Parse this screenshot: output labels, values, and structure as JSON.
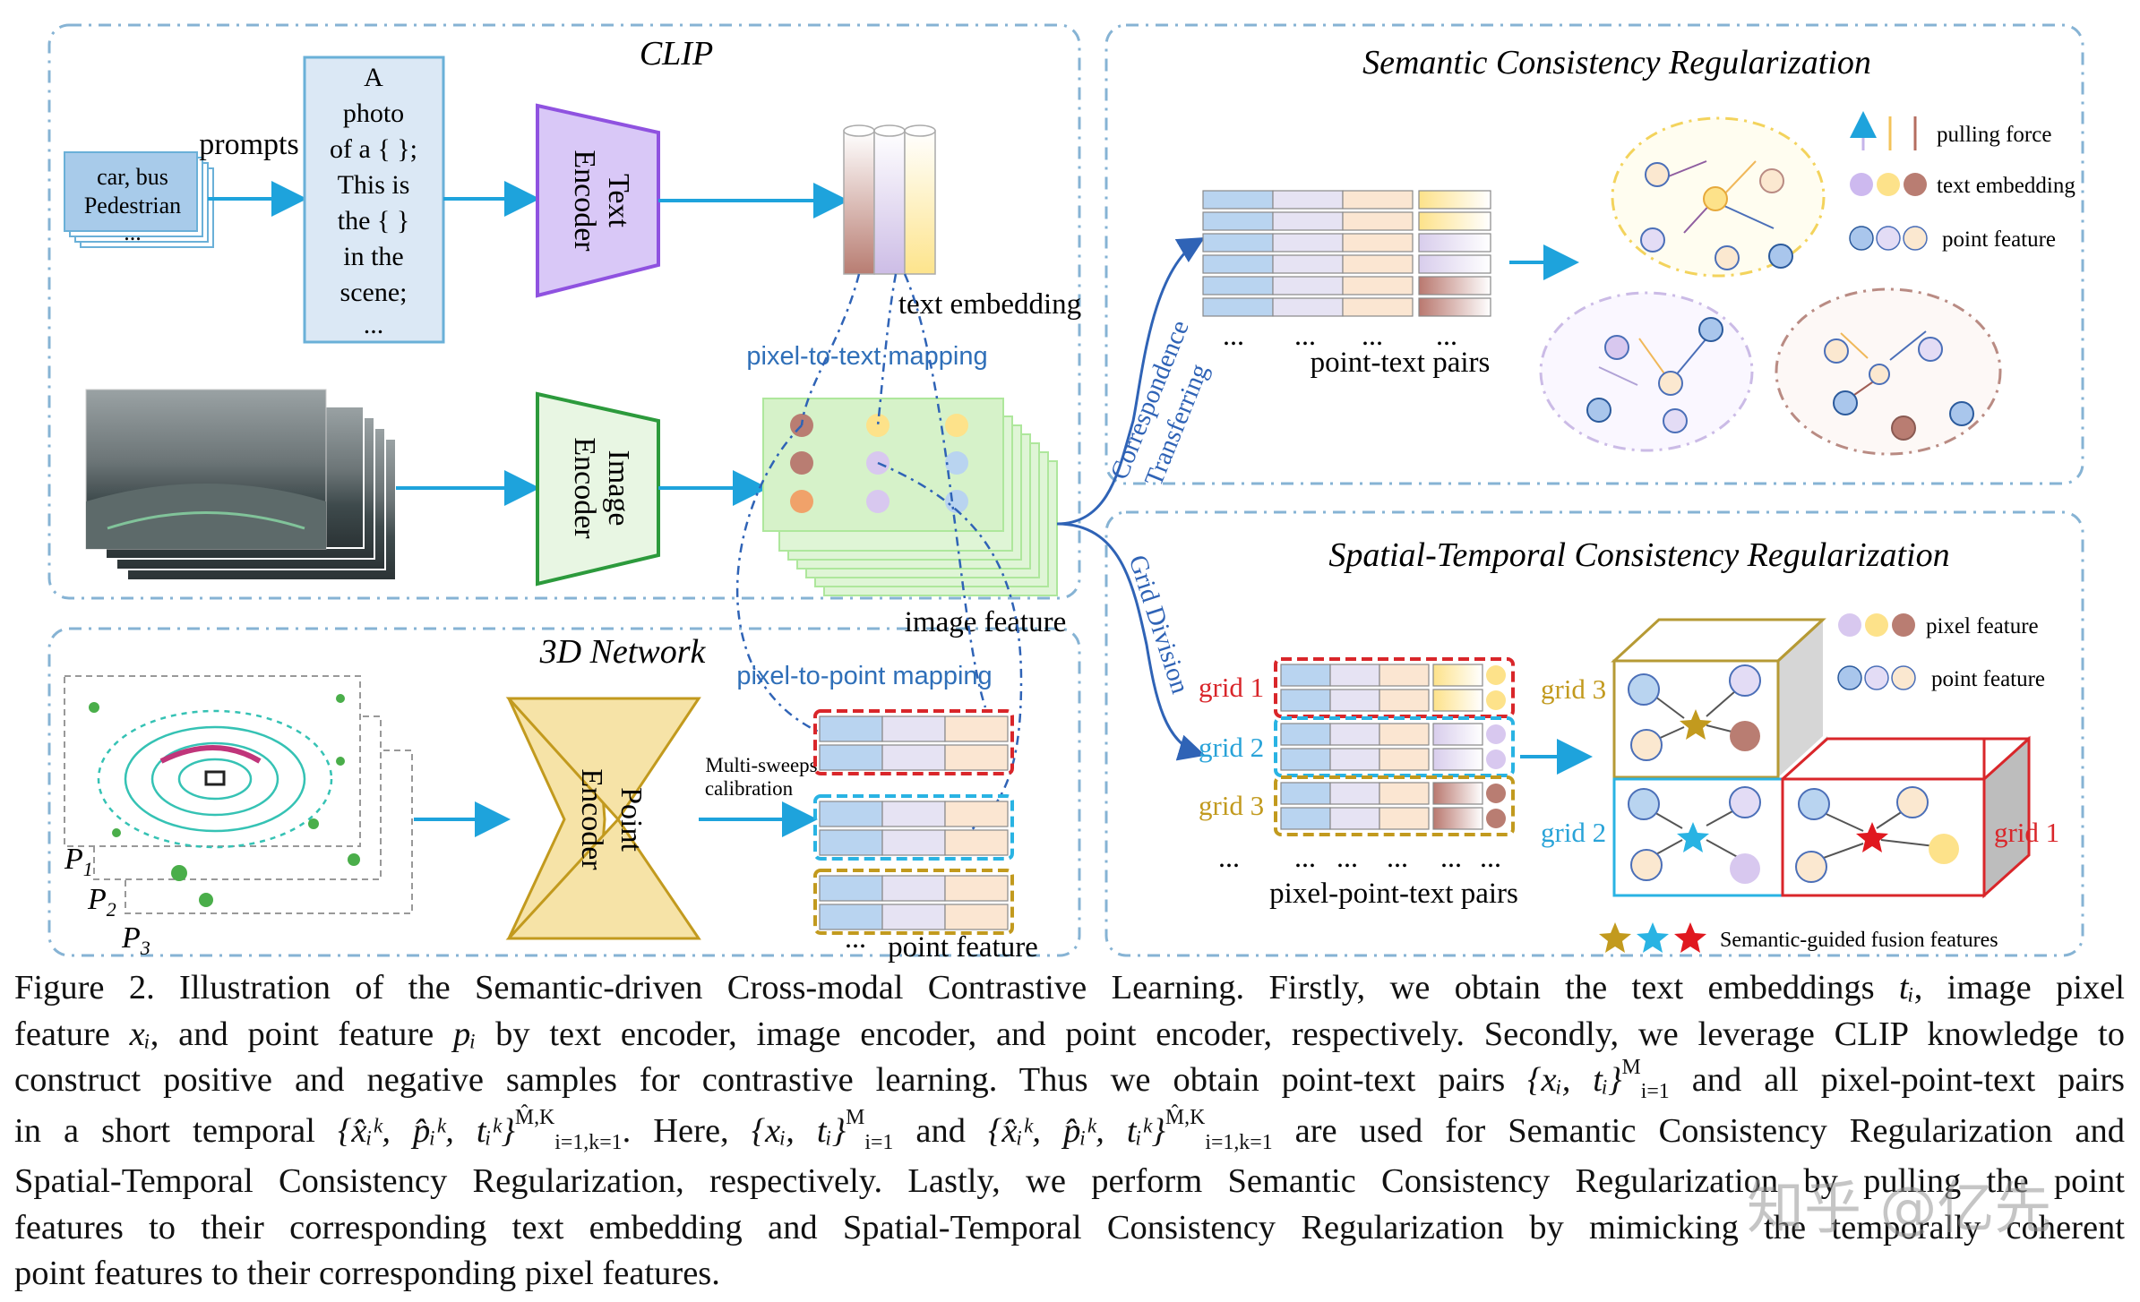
{
  "diagram": {
    "clip_title": "CLIP",
    "prompts_label": "prompts",
    "prompt_classes": [
      "car, bus",
      "Pedestrian",
      "..."
    ],
    "prompt_template": [
      "A",
      "photo",
      "of a { };",
      "This is",
      "the { }",
      "in the",
      "scene;",
      "..."
    ],
    "text_encoder": [
      "Text",
      "Encoder"
    ],
    "image_encoder": [
      "Image",
      "Encoder"
    ],
    "point_encoder": [
      "Point",
      "Encoder"
    ],
    "text_embedding_label": "text embedding",
    "pixel_to_text": "pixel-to-text mapping",
    "image_feature_label": "image feature",
    "network_title": "3D Network",
    "pixel_to_point": "pixel-to-point mapping",
    "multi_sweeps": [
      "Multi-sweeps",
      "calibration"
    ],
    "point_feature_label": "point feature",
    "frame_labels": [
      "P",
      "P",
      "P"
    ],
    "frame_subs": [
      "1",
      "2",
      "3"
    ],
    "correspondence": [
      "Correspondence",
      "Transferring"
    ],
    "grid_division": "Grid Division",
    "semantic_title": "Semantic Consistency Regularization",
    "point_text_pairs": "point-text pairs",
    "legend_pulling": "pulling force",
    "legend_text_emb": "text embedding",
    "legend_point_feat": "point feature",
    "spatial_title": "Spatial-Temporal Consistency Regularization",
    "grid_labels": [
      "grid 1",
      "grid 2",
      "grid 3"
    ],
    "pixel_point_text_pairs": "pixel-point-text pairs",
    "legend_pixel_feat": "pixel feature",
    "legend_point_feat2": "point feature",
    "semantic_fusion": "Semantic-guided fusion features",
    "dots": "..."
  },
  "caption": {
    "l1a": "Figure 2. Illustration of the Semantic-driven Cross-modal Contrastive Learning.  Firstly, we obtain the text embeddings ",
    "l1b": ", image pixel",
    "l2a": "feature ",
    "l2b": ", and point feature ",
    "l2c": " by text encoder, image encoder, and point encoder, respectively. Secondly, we leverage CLIP knowledge to",
    "l3a": "construct positive and negative samples for contrastive learning. Thus we obtain point-text pairs ",
    "l3b": " and all pixel-point-text pairs",
    "l4a": "in a short temporal ",
    "l4b": ". Here, ",
    "l4c": " and ",
    "l4d": " are used for Semantic Consistency Regularization and",
    "l5": "Spatial-Temporal Consistency Regularization, respectively. Lastly, we perform Semantic Consistency Regularization by pulling the point",
    "l6": "features to their corresponding text embedding and Spatial-Temporal Consistency Regularization by mimicking the temporally coherent",
    "l7": "point features to their corresponding pixel features.",
    "m_ti": "tᵢ",
    "m_xi": "xᵢ",
    "m_pi": "pᵢ",
    "m_pairs": "{xᵢ, tᵢ}",
    "m_sup1": "M",
    "m_sub1": "i=1",
    "m_hat": "{x̂ᵢᵏ, p̂ᵢᵏ, tᵢᵏ}",
    "m_sup2": "M̂,K",
    "m_sub2": "i=1,k=1"
  },
  "watermark": "知乎 @亿先"
}
